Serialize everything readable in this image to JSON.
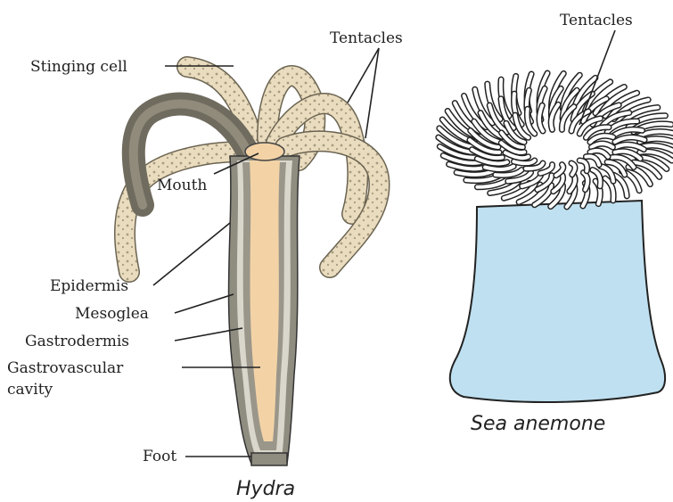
{
  "hydra": {
    "caption": "Hydra",
    "labels": {
      "stinging_cell": "Stinging cell",
      "tentacles": "Tentacles",
      "mouth": "Mouth",
      "epidermis": "Epidermis",
      "mesoglea": "Mesoglea",
      "gastrodermis": "Gastrodermis",
      "gastrovascular_1": "Gastrovascular",
      "gastrovascular_2": "cavity",
      "foot": "Foot"
    }
  },
  "anemone": {
    "caption": "Sea anemone",
    "labels": {
      "tentacles": "Tentacles"
    }
  },
  "colors": {
    "body_fill": "#f3d3a6",
    "wall": "#8a8a80",
    "tentacle": "#e9dcc0",
    "dark_tentacle": "#6f6b5e",
    "anemone_body": "#bfe0f0",
    "outline": "#222222"
  }
}
